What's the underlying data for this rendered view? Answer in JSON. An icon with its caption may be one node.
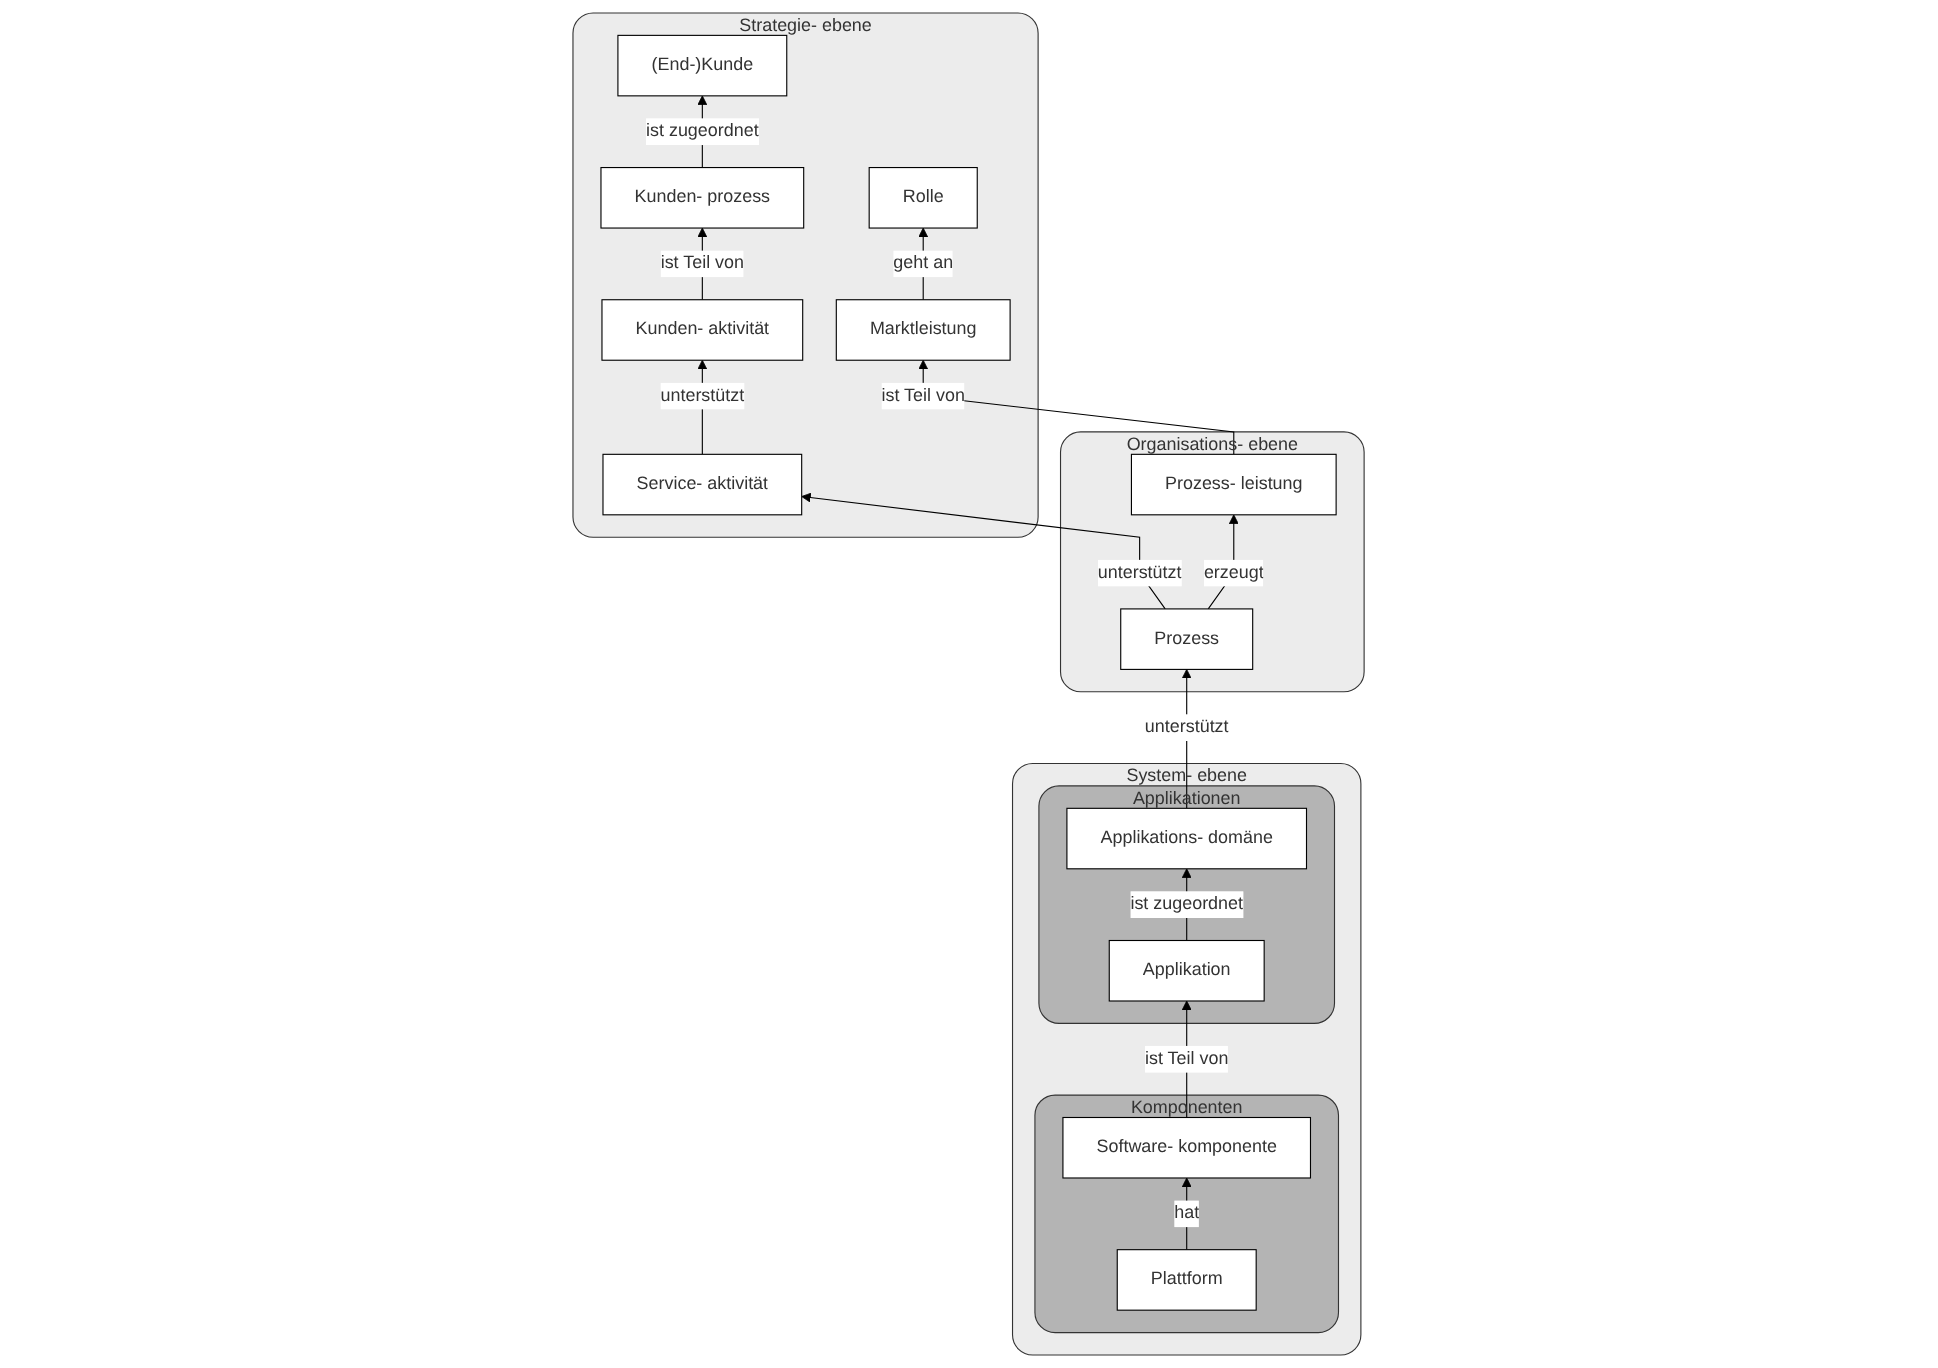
{
  "diagram": {
    "nodes": [
      {
        "text": [
          "Strategie- ebene"
        ]
      },
      {
        "text": [
          "Kunden- prozess"
        ],
        "in": 0
      },
      {
        "text": [
          "(End-)Kunde"
        ],
        "in": 0
      },
      {
        "text": [
          "Rolle"
        ],
        "in": 0
      },
      {
        "text": [
          "Kunden- aktivität"
        ],
        "in": 0
      },
      {
        "text": [
          "Service- aktivität"
        ],
        "in": 0
      },
      {
        "text": [
          "Marktleistung"
        ],
        "in": 0
      },
      {
        "text": [
          "Organisations- ebene"
        ]
      },
      {
        "text": [
          "Prozess"
        ],
        "in": 7
      },
      {
        "text": [
          "Prozess- leistung"
        ],
        "in": 7
      },
      {
        "text": [
          "System- ebene"
        ]
      },
      {
        "text": [
          "Applikationen"
        ],
        "in": 10
      },
      {
        "text": [
          "Applikations- domäne"
        ],
        "in": 11
      },
      {
        "text": [
          "Applikation"
        ],
        "in": 11
      },
      {
        "text": [
          "Komponenten"
        ],
        "in": 10
      },
      {
        "text": [
          "Plattform"
        ],
        "in": 14
      },
      {
        "text": [
          "Software- komponente"
        ],
        "in": 14
      }
    ],
    "edges": [
      {
        "from": 1,
        "to": 2,
        "arrow": "to",
        "label": "ist zugeordnet"
      },
      {
        "from": 4,
        "to": 1,
        "arrow": "to",
        "label": "ist Teil von"
      },
      {
        "from": 5,
        "to": 4,
        "arrow": "to",
        "label": "unterstützt"
      },
      {
        "from": 6,
        "to": 3,
        "arrow": "to",
        "label": "geht an"
      },
      {
        "from": 8,
        "to": 5,
        "arrow": "to",
        "label": "unterstützt"
      },
      {
        "from": 8,
        "to": 9,
        "arrow": "to",
        "label": "erzeugt"
      },
      {
        "from": 9,
        "to": 6,
        "arrow": "to",
        "label": "ist Teil von"
      },
      {
        "from": 12,
        "to": 8,
        "arrow": "to",
        "label": "unterstützt"
      },
      {
        "from": 13,
        "to": 12,
        "arrow": "to",
        "label": "ist zugeordnet"
      },
      {
        "from": 16,
        "to": 13,
        "arrow": "to",
        "label": "ist Teil von"
      },
      {
        "from": 15,
        "to": 16,
        "arrow": "to",
        "label": "hat"
      }
    ]
  }
}
